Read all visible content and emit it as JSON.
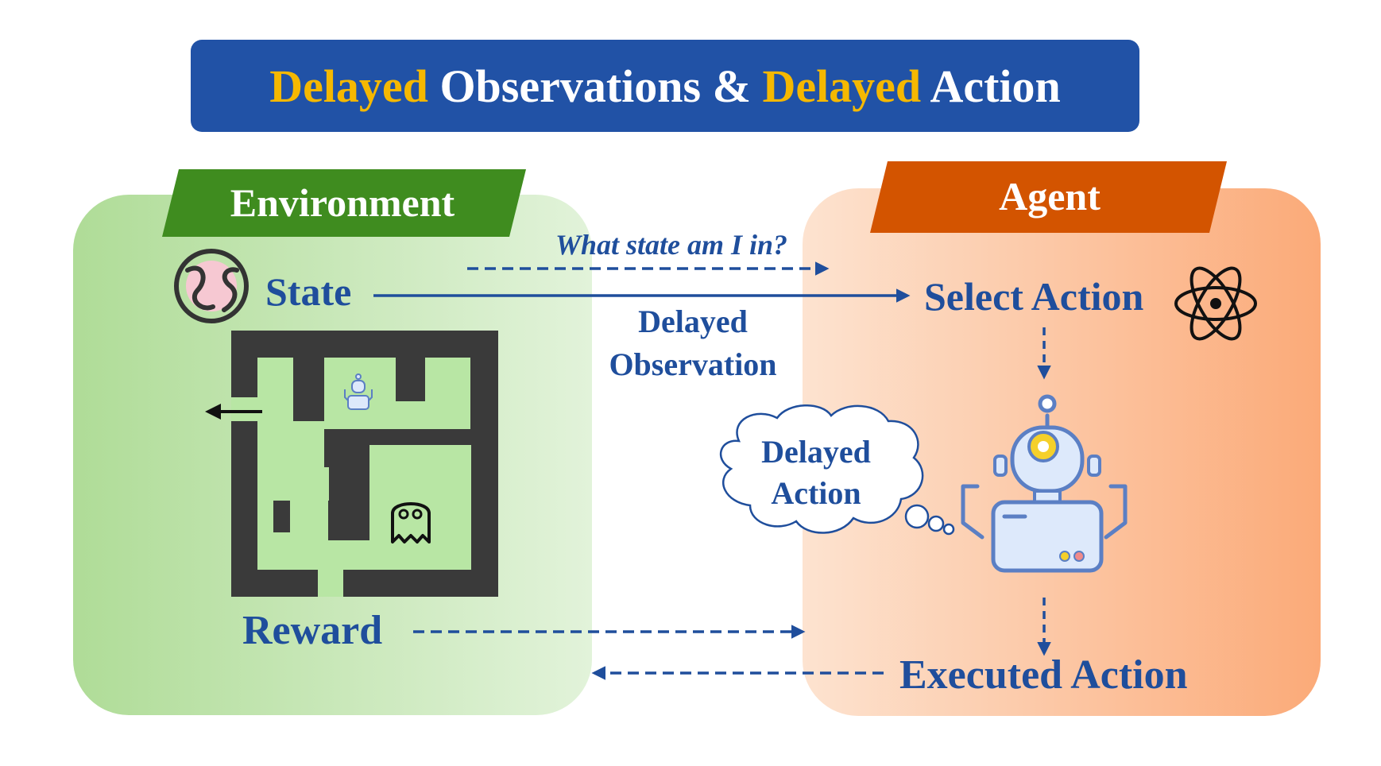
{
  "title": {
    "word1": "Delayed",
    "word2": " Observations & ",
    "word3": "Delayed",
    "word4": " Action"
  },
  "environment": {
    "label": "Environment",
    "state": "State",
    "reward": "Reward"
  },
  "agent": {
    "label": "Agent",
    "select_action": "Select Action",
    "executed_action": "Executed Action"
  },
  "flow": {
    "question": "What state am I in?",
    "delayed_observation_line1": "Delayed",
    "delayed_observation_line2": "Observation",
    "delayed_action_line1": "Delayed",
    "delayed_action_line2": "Action"
  },
  "colors": {
    "title_bg": "#2152a6",
    "title_highlight": "#f5b800",
    "text_blue": "#1f4e9c",
    "env_tag": "#3f8c1f",
    "agent_tag": "#d35400",
    "maze_wall": "#3a3a3a",
    "maze_floor": "#b8e6a4"
  }
}
